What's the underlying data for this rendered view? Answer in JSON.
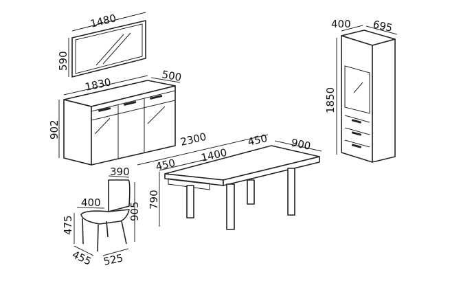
{
  "mirror": {
    "width": "1480",
    "height": "590"
  },
  "sideboard": {
    "width": "1830",
    "depth": "500",
    "height": "902"
  },
  "table": {
    "extended_length": "2300",
    "length": "1400",
    "extension_right": "450",
    "extension_left": "450",
    "depth": "900",
    "height": "790"
  },
  "chair": {
    "back_width": "390",
    "seat_width": "400",
    "seat_height": "475",
    "height": "905",
    "depth": "455",
    "width": "525"
  },
  "cabinet": {
    "width": "400",
    "depth": "695",
    "height": "1850"
  }
}
